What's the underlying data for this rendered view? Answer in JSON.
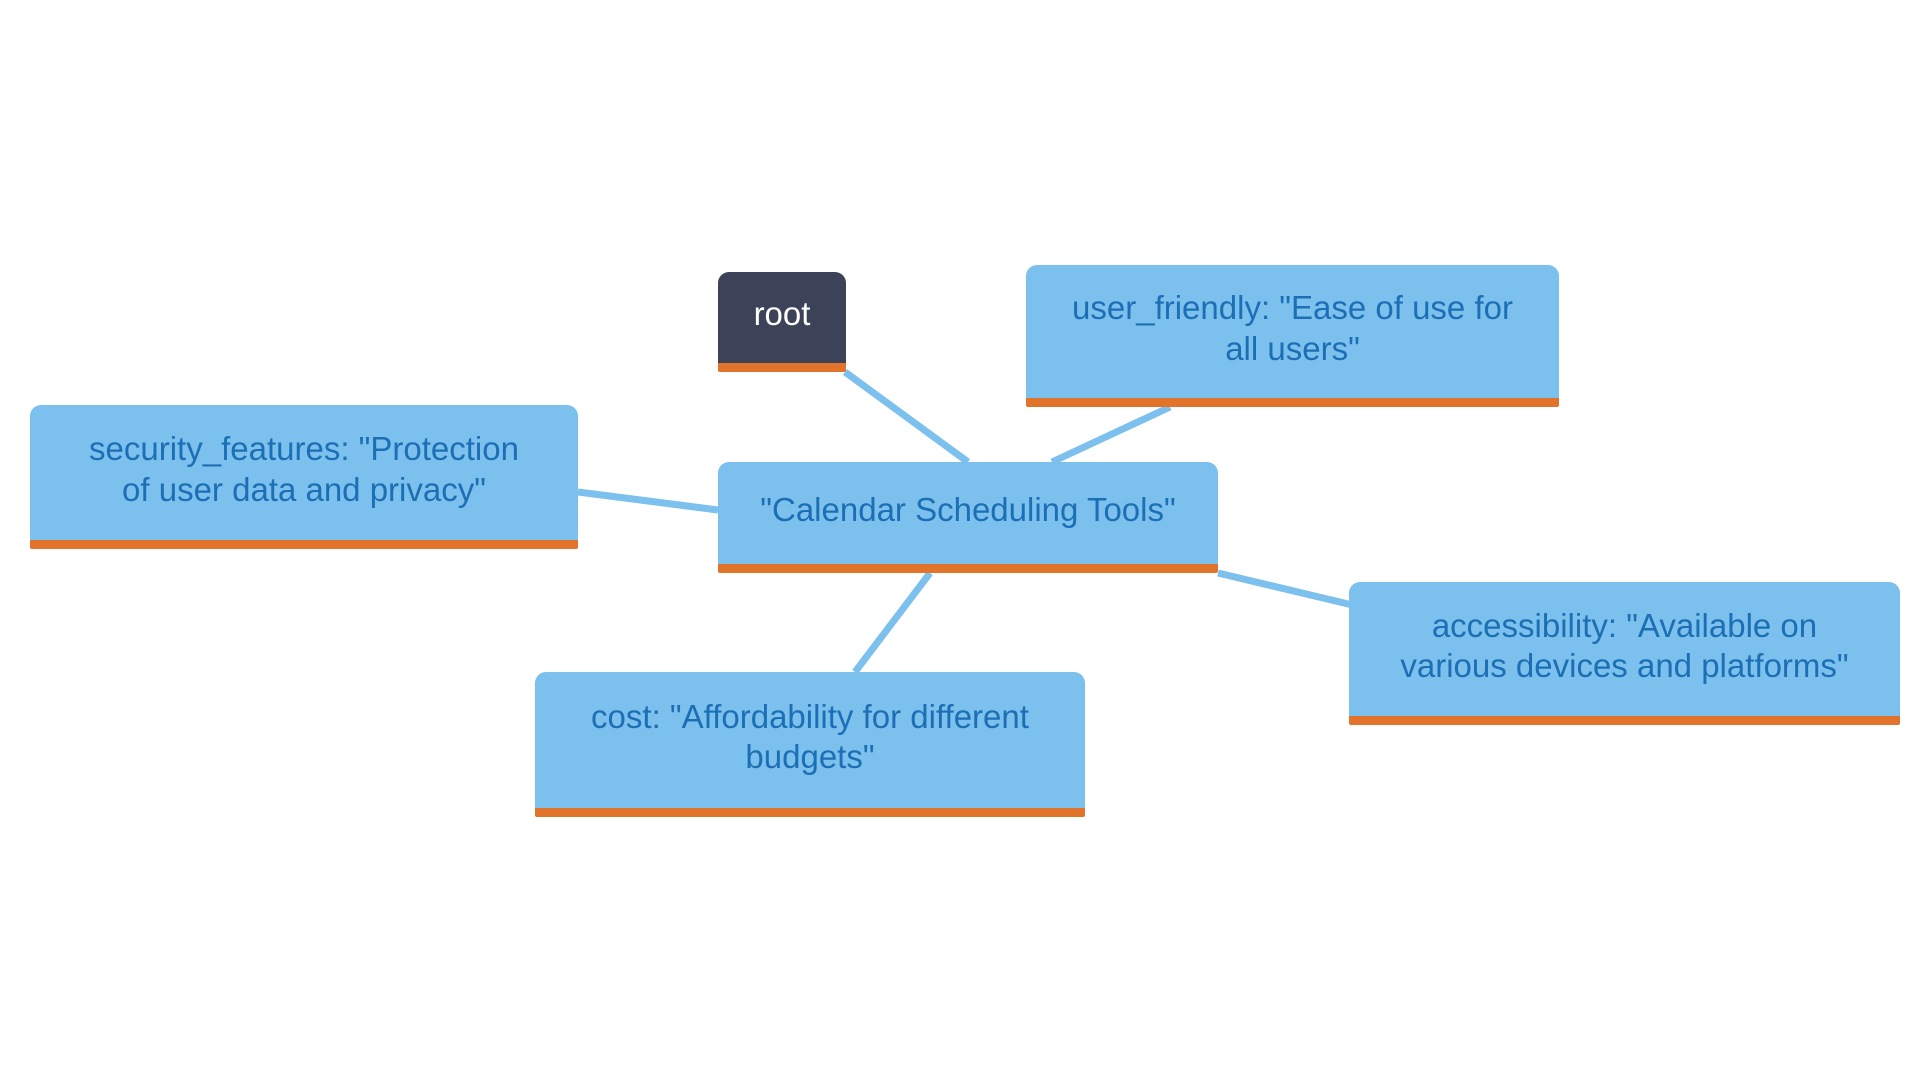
{
  "diagram": {
    "type": "mindmap",
    "title": "Calendar Scheduling Tools mindmap",
    "colors": {
      "background": "#ffffff",
      "root_fill": "#3c4257",
      "root_text": "#ffffff",
      "node_fill": "#7cc0ee",
      "node_text": "#1c6fb4",
      "node_underline": "#e1742a",
      "edge": "#7cc0ee"
    },
    "nodes": {
      "root": {
        "label": "root"
      },
      "central": {
        "label": "\"Calendar Scheduling Tools\""
      },
      "user_friendly": {
        "label": "user_friendly: \"Ease of use for\nall users\""
      },
      "security_features": {
        "label": "security_features: \"Protection\nof user data and privacy\""
      },
      "accessibility": {
        "label": "accessibility: \"Available on\nvarious devices and platforms\""
      },
      "cost": {
        "label": "cost: \"Affordability for different\nbudgets\""
      }
    },
    "edges": [
      {
        "from": "root",
        "to": "central"
      },
      {
        "from": "central",
        "to": "user_friendly"
      },
      {
        "from": "central",
        "to": "security_features"
      },
      {
        "from": "central",
        "to": "accessibility"
      },
      {
        "from": "central",
        "to": "cost"
      }
    ]
  }
}
